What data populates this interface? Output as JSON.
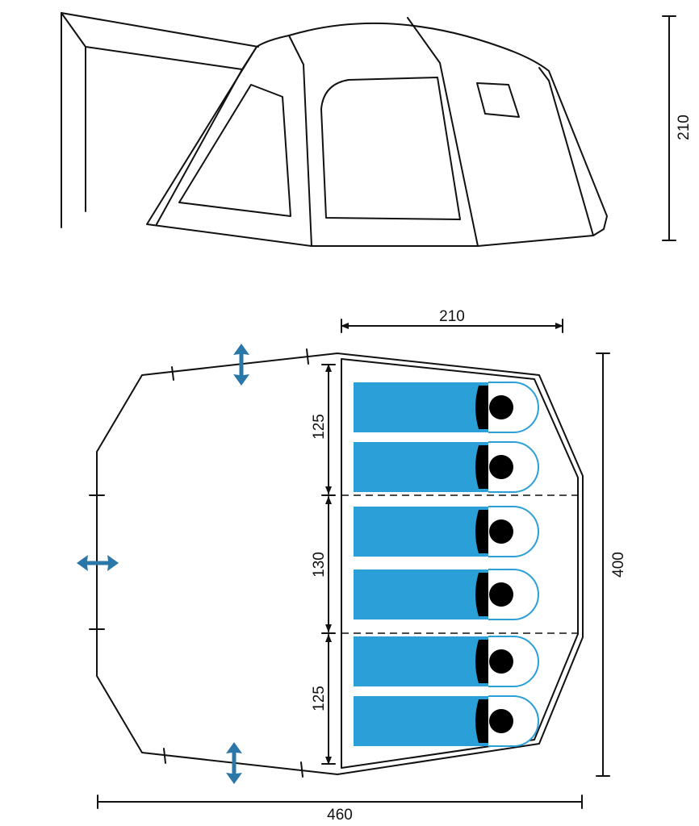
{
  "colors": {
    "line": "#111111",
    "sleeping_bag": "#2b9fd8",
    "arrow": "#2a77a8",
    "background": "#ffffff"
  },
  "dimensions": {
    "side_height": "210",
    "bedroom_depth": "210",
    "section_top": "125",
    "section_middle": "130",
    "section_bottom": "125",
    "total_width": "400",
    "total_length": "460"
  },
  "icons": {
    "door_arrow": "double-arrow-icon"
  },
  "bedroom": {
    "sleeping_spaces": 6
  }
}
